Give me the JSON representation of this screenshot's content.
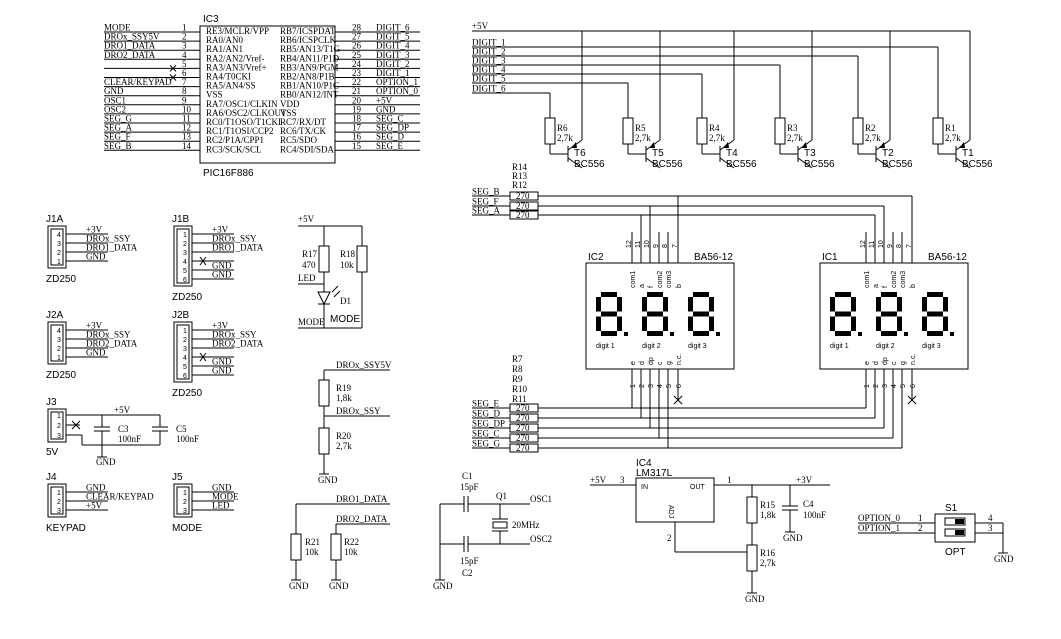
{
  "ic3": {
    "ref": "IC3",
    "part": "PIC16F886",
    "left_nets": [
      "MODE",
      "DROx_SSY5V",
      "DRO1_DATA",
      "DRO2_DATA",
      "",
      "",
      "CLEAR/KEYPAD",
      "GND",
      "OSC1",
      "OSC2",
      "SEG_G",
      "SEG_A",
      "SEG_F",
      "SEG_B"
    ],
    "left_nums": [
      "1",
      "2",
      "3",
      "4",
      "5",
      "6",
      "7",
      "8",
      "9",
      "10",
      "11",
      "12",
      "13",
      "14"
    ],
    "left_pins": [
      "RE3/MCLR/VPP",
      "RA0/AN0",
      "RA1/AN1",
      "RA2/AN2/Vref-",
      "RA3/AN3/Vref+",
      "RA4/T0CKI",
      "RA5/AN4/SS",
      "VSS",
      "RA7/OSC1/CLKIN",
      "RA6/OSC2/CLKOUT",
      "RC0/T1OSO/T1CKI",
      "RC1/T1OSI/CCP2",
      "RC2/P1A/CPP1",
      "RC3/SCK/SCL"
    ],
    "right_pins": [
      "RB7/ICSPDAT",
      "RB6/ICSPCLK",
      "RB5/AN13/T1G",
      "RB4/AN11/P1D",
      "RB3/AN9/PGM",
      "RB2/AN8/P1B",
      "RB1/AN10/P1C",
      "RB0/AN12/INT",
      "VDD",
      "VSS",
      "RC7/RX/DT",
      "RC6/TX/CK",
      "RC5/SDO",
      "RC4/SDI/SDA"
    ],
    "right_nums": [
      "28",
      "27",
      "26",
      "25",
      "24",
      "23",
      "22",
      "21",
      "20",
      "19",
      "18",
      "17",
      "16",
      "15"
    ],
    "right_nets": [
      "DIGIT_6",
      "DIGIT_5",
      "DIGIT_4",
      "DIGIT_3",
      "DIGIT_2",
      "DIGIT_1",
      "OPTION_1",
      "OPTION_0",
      "+5V",
      "GND",
      "SEG_C",
      "SEG_DP",
      "SEG_D",
      "SEG_E"
    ]
  },
  "top_supply": "+5V",
  "digit_bus": [
    "DIGIT_1",
    "DIGIT_2",
    "DIGIT_3",
    "DIGIT_4",
    "DIGIT_5",
    "DIGIT_6"
  ],
  "transistors": [
    {
      "ref": "T6",
      "part": "BC556",
      "rref": "R6",
      "rval": "2,7k"
    },
    {
      "ref": "T5",
      "part": "BC556",
      "rref": "R5",
      "rval": "2,7k"
    },
    {
      "ref": "T4",
      "part": "BC556",
      "rref": "R4",
      "rval": "2,7k"
    },
    {
      "ref": "T3",
      "part": "BC556",
      "rref": "R3",
      "rval": "2,7k"
    },
    {
      "ref": "T2",
      "part": "BC556",
      "rref": "R2",
      "rval": "2,7k"
    },
    {
      "ref": "T1",
      "part": "BC556",
      "rref": "R1",
      "rval": "2,7k"
    }
  ],
  "seg_top": {
    "refs": [
      "R14",
      "R13",
      "R12"
    ],
    "nets": [
      "SEG_B",
      "SEG_F",
      "SEG_A"
    ],
    "value": "270"
  },
  "seg_bot": {
    "refs": [
      "R7",
      "R8",
      "R9",
      "R10",
      "R11"
    ],
    "nets": [
      "SEG_E",
      "SEG_D",
      "SEG_DP",
      "SEG_C",
      "SEG_G"
    ],
    "value": "270"
  },
  "displays": [
    {
      "ref": "IC2",
      "part": "BA56-12"
    },
    {
      "ref": "IC1",
      "part": "BA56-12"
    }
  ],
  "disp_top_labels": [
    "com1",
    "a",
    "f",
    "com2",
    "com3",
    "b"
  ],
  "disp_top_pins_ic2": [
    "12",
    "11",
    "10",
    "9",
    "8",
    "7"
  ],
  "disp_top_pins_ic1": [
    "12",
    "11",
    "10",
    "9",
    "8",
    "7"
  ],
  "disp_bot_labels": [
    "e",
    "d",
    "dp",
    "c",
    "g",
    "n.c."
  ],
  "disp_bot_pins": [
    "1",
    "2",
    "3",
    "4",
    "5",
    "6"
  ],
  "digit_labels": [
    "digit 1",
    "digit 2",
    "digit 3"
  ],
  "connectors": {
    "j1a": {
      "ref": "J1A",
      "part": "ZD250",
      "pins": [
        "4",
        "3",
        "2",
        "1"
      ],
      "nets": [
        "+3V",
        "DROx_SSY",
        "DRO1_DATA",
        "GND"
      ]
    },
    "j1b": {
      "ref": "J1B",
      "part": "ZD250",
      "pins": [
        "1",
        "2",
        "3",
        "4",
        "5",
        "6"
      ],
      "nets": [
        "+3V",
        "DROx_SSY",
        "DRO1_DATA",
        "",
        "GND",
        "GND"
      ]
    },
    "j2a": {
      "ref": "J2A",
      "part": "ZD250",
      "pins": [
        "4",
        "3",
        "2",
        "1"
      ],
      "nets": [
        "+3V",
        "DROx_SSY",
        "DRO2_DATA",
        "GND"
      ]
    },
    "j2b": {
      "ref": "J2B",
      "part": "ZD250",
      "pins": [
        "1",
        "2",
        "3",
        "4",
        "5",
        "6"
      ],
      "nets": [
        "+3V",
        "DROx_SSY",
        "DRO2_DATA",
        "",
        "GND",
        "GND"
      ]
    },
    "j3": {
      "ref": "J3",
      "part": "5V",
      "pins": [
        "1",
        "2",
        "3"
      ]
    },
    "j4": {
      "ref": "J4",
      "part": "KEYPAD",
      "pins": [
        "1",
        "2",
        "3"
      ],
      "nets": [
        "GND",
        "CLEAR/KEYPAD",
        "+5V"
      ]
    },
    "j5": {
      "ref": "J5",
      "part": "MODE",
      "pins": [
        "1",
        "2",
        "3"
      ],
      "nets": [
        "GND",
        "MODE",
        "LED"
      ]
    }
  },
  "j3_circuit": {
    "supply": "+5V",
    "c3": "C3",
    "c3v": "100nF",
    "c5": "C5",
    "c5v": "100nF",
    "gnd": "GND"
  },
  "led_circuit": {
    "supply": "+5V",
    "r17": "R17",
    "r17v": "470",
    "r18": "R18",
    "r18v": "10k",
    "led_net": "LED",
    "d1": "D1",
    "mode_net": "MODE",
    "mode_label": "MODE"
  },
  "divider": {
    "top_net": "DROx_SSY5V",
    "r19": "R19",
    "r19v": "1,8k",
    "mid_net": "DROx_SSY",
    "r20": "R20",
    "r20v": "2,7k",
    "gnd": "GND"
  },
  "pulldowns": {
    "n1": "DRO1_DATA",
    "n2": "DRO2_DATA",
    "r21": "R21",
    "r21v": "10k",
    "r22": "R22",
    "r22v": "10k",
    "gnd1": "GND",
    "gnd2": "GND"
  },
  "osc": {
    "c1": "C1",
    "c1v": "15pF",
    "c2": "C2",
    "c2v": "15pF",
    "q1": "Q1",
    "q1v": "20MHz",
    "osc1": "OSC1",
    "osc2": "OSC2",
    "gnd": "GND"
  },
  "regulator": {
    "ref": "IC4",
    "part": "LM317L",
    "in": "IN",
    "out": "OUT",
    "adj": "ADJ",
    "pin3": "3",
    "pin1": "1",
    "pin2": "2",
    "vin": "+5V",
    "vout": "+3V",
    "r15": "R15",
    "r15v": "1,8k",
    "r16": "R16",
    "r16v": "2,7k",
    "c4": "C4",
    "c4v": "100nF",
    "gnd1": "GND",
    "gnd2": "GND"
  },
  "switch": {
    "ref": "S1",
    "part": "OPT",
    "n0": "OPTION_0",
    "n1": "OPTION_1",
    "p1": "1",
    "p2": "2",
    "p3": "3",
    "p4": "4",
    "gnd": "GND"
  }
}
